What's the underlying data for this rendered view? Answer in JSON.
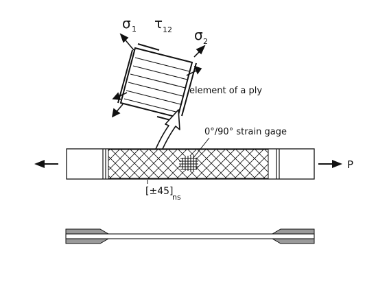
{
  "labels": {
    "sigma1": "σ",
    "sigma1_sub": "1",
    "tau12": "τ",
    "tau12_sub": "12",
    "sigma2": "σ",
    "sigma2_sub": "2",
    "element_caption": "element of a ply",
    "strain_gage_caption": "0°/90° strain gage",
    "layup": "[±45]",
    "layup_sub": "ns",
    "load": "P"
  },
  "colors": {
    "line": "#111111",
    "tab_fill": "#9a9a9a",
    "background": "#ffffff"
  }
}
